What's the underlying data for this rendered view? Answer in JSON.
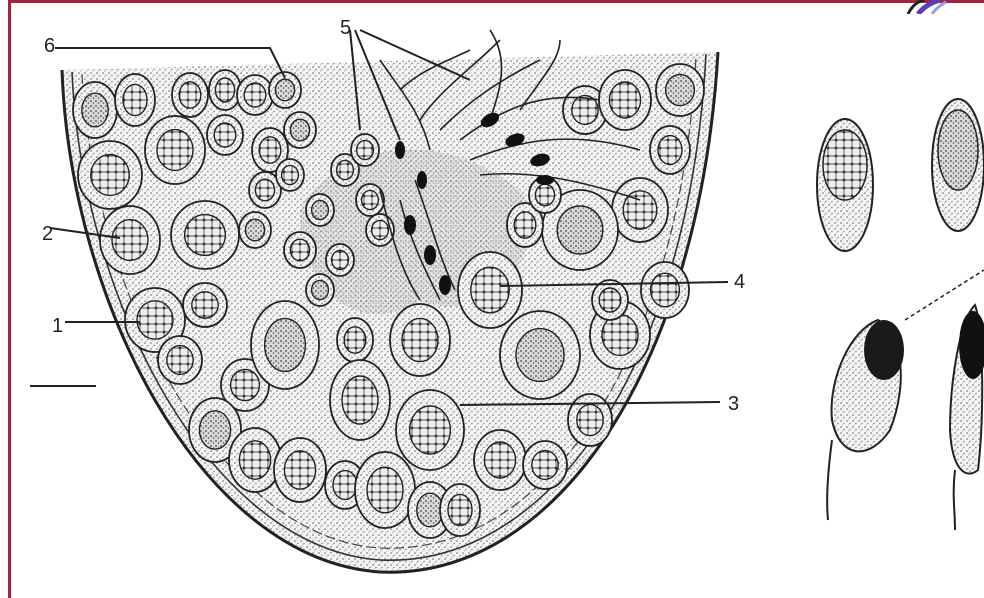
{
  "figure": {
    "labels": [
      {
        "id": "1",
        "text": "1"
      },
      {
        "id": "2",
        "text": "2"
      },
      {
        "id": "3",
        "text": "3"
      },
      {
        "id": "4",
        "text": "4"
      },
      {
        "id": "5",
        "text": "5"
      },
      {
        "id": "6",
        "text": "6"
      }
    ]
  },
  "colors": {
    "frame": "#a0243c",
    "ink": "#222222",
    "stipple": "#555555",
    "corner_logo": "#5a3fb8"
  }
}
